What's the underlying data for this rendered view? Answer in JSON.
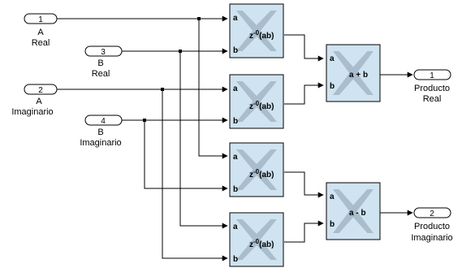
{
  "inports": [
    {
      "num": "1",
      "line1": "A",
      "line2": "Real"
    },
    {
      "num": "3",
      "line1": "B",
      "line2": "Real"
    },
    {
      "num": "2",
      "line1": "A",
      "line2": "Imaginario"
    },
    {
      "num": "4",
      "line1": "B",
      "line2": "Imaginario"
    }
  ],
  "mult_blocks": [
    {
      "pin_a": "a",
      "pin_b": "b",
      "op": "z",
      "op_exp": "-0",
      "op_tail": "(ab)"
    },
    {
      "pin_a": "a",
      "pin_b": "b",
      "op": "z",
      "op_exp": "-0",
      "op_tail": "(ab)"
    },
    {
      "pin_a": "a",
      "pin_b": "b",
      "op": "z",
      "op_exp": "-0",
      "op_tail": "(ab)"
    },
    {
      "pin_a": "a",
      "pin_b": "b",
      "op": "z",
      "op_exp": "-0",
      "op_tail": "(ab)"
    }
  ],
  "addsub_blocks": [
    {
      "pin_a": "a",
      "pin_b": "b",
      "op": "a + b"
    },
    {
      "pin_a": "a",
      "pin_b": "b",
      "op": "a - b"
    }
  ],
  "outports": [
    {
      "num": "1",
      "line1": "Producto",
      "line2": "Real"
    },
    {
      "num": "2",
      "line1": "Producto",
      "line2": "Imaginario"
    }
  ],
  "colors": {
    "block_fill": "#cfe3f0",
    "logo": "#a9bdcc",
    "wire": "#000000"
  }
}
